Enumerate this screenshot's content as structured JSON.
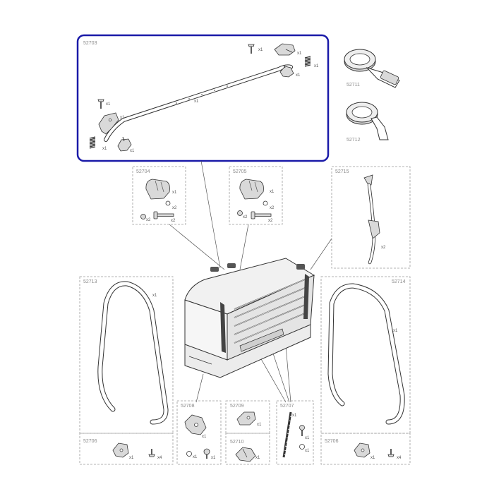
{
  "accent_color": "#1a1aa8",
  "parts": {
    "p52703": {
      "number": "52703",
      "qty_bar": "x1",
      "qty_screw_top": "x1",
      "qty_clip_top": "x1",
      "qty_spring_top": "x1",
      "qty_latch_top": "x1",
      "qty_screw_left": "x1",
      "qty_bracket_left": "x1",
      "qty_spring_left": "x1",
      "qty_latch_left": "x1"
    },
    "p52711": {
      "number": "52711"
    },
    "p52712": {
      "number": "52712"
    },
    "p52704": {
      "number": "52704",
      "qty_handle": "x1",
      "qty_washer_a": "x2",
      "qty_washer_b": "x2",
      "qty_bolt": "x2"
    },
    "p52705": {
      "number": "52705",
      "qty_handle": "x1",
      "qty_washer_a": "x2",
      "qty_washer_b": "x2",
      "qty_bolt": "x2"
    },
    "p52715": {
      "number": "52715",
      "qty": "x2"
    },
    "p52713": {
      "number": "52713",
      "qty": "x1"
    },
    "p52714": {
      "number": "52714",
      "qty": "x1"
    },
    "p52708": {
      "number": "52708",
      "qty_bracket": "x1",
      "qty_screw": "x1",
      "qty_washer": "x1"
    },
    "p52709": {
      "number": "52709",
      "qty": "x1"
    },
    "p52710": {
      "number": "52710",
      "qty": "x1"
    },
    "p52707": {
      "number": "52707",
      "qty_rod": "x1",
      "qty_screw": "x1",
      "qty_washer": "x1"
    },
    "p52706_left": {
      "number": "52706",
      "qty_clip": "x1",
      "qty_screw": "x4"
    },
    "p52706_right": {
      "number": "52706",
      "qty_clip": "x1",
      "qty_screw": "x4"
    }
  }
}
